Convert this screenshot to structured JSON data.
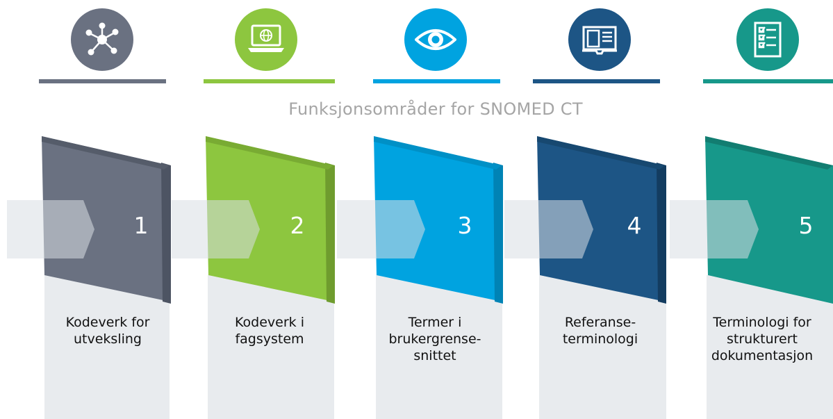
{
  "title": "Funksjonsområder for SNOMED CT",
  "colors": {
    "grey": "#6a7181",
    "green": "#8dc63f",
    "cyan": "#00a3e0",
    "navy": "#1d5585",
    "teal": "#17988a",
    "box_bg": "#e8ebee",
    "subtitle": "#a5a5a5"
  },
  "areas": [
    {
      "number": "1",
      "label_lines": [
        "Kodeverk for",
        "utveksling"
      ],
      "icon": "network-icon",
      "color": "#6a7181"
    },
    {
      "number": "2",
      "label_lines": [
        "Kodeverk i",
        "fagsystem"
      ],
      "icon": "laptop-globe-icon",
      "color": "#8dc63f"
    },
    {
      "number": "3",
      "label_lines": [
        "Termer i",
        "brukergrense-",
        "snittet"
      ],
      "icon": "eye-icon",
      "color": "#00a3e0"
    },
    {
      "number": "4",
      "label_lines": [
        "Referanse-",
        "terminologi"
      ],
      "icon": "book-icon",
      "color": "#1d5585"
    },
    {
      "number": "5",
      "label_lines": [
        "Terminologi for",
        "strukturert",
        "dokumentasjon"
      ],
      "icon": "checklist-icon",
      "color": "#17988a"
    }
  ]
}
